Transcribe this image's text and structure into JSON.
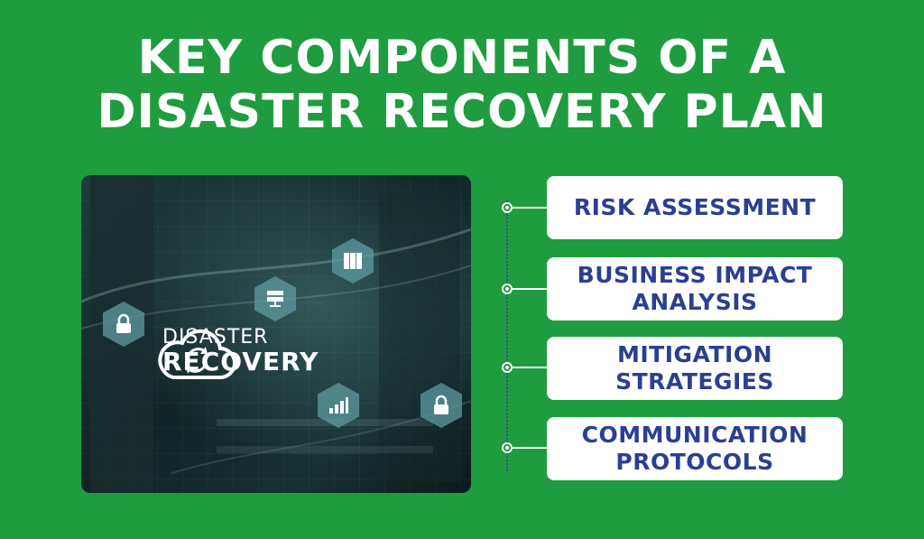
{
  "title": "KEY COMPONENTS OF A DISASTER RECOVERY PLAN",
  "image": {
    "brand_line1": "DISASTER",
    "brand_line2": "RECOVERY",
    "icons": [
      "server-icon",
      "database-icon",
      "lock-icon",
      "bar-chart-icon",
      "lock-icon",
      "cloud-sync-icon"
    ]
  },
  "components": [
    "RISK ASSESSMENT",
    "BUSINESS IMPACT ANALYSIS",
    "MITIGATION STRATEGIES",
    "COMMUNICATION PROTOCOLS"
  ],
  "colors": {
    "background": "#1e9c3f",
    "card_text": "#2b3f91",
    "card_bg": "#ffffff",
    "title": "#ffffff"
  }
}
